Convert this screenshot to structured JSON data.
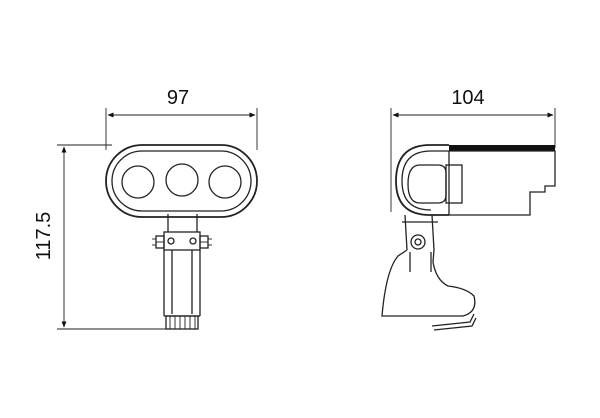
{
  "dimensions": {
    "front_width": "97",
    "side_width": "104",
    "front_height": "117.5"
  },
  "colors": {
    "line": "#222222",
    "background": "#ffffff"
  }
}
